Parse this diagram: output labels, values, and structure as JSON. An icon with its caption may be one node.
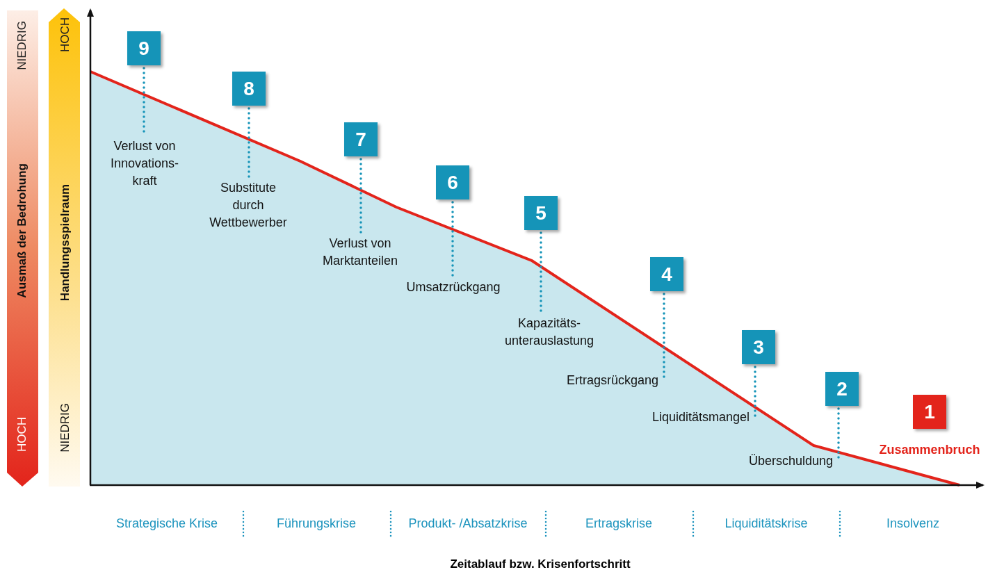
{
  "diagram": {
    "nodes": [
      {
        "text": [
          "9"
        ]
      },
      {
        "text": [
          "Verlust von Innovations- kraft"
        ]
      },
      {
        "text": [
          "8"
        ]
      },
      {
        "text": [
          "Substitute durch Wettbewerber"
        ]
      },
      {
        "text": [
          "7"
        ]
      },
      {
        "text": [
          "Verlust von Marktanteilen"
        ]
      },
      {
        "text": [
          "6"
        ]
      },
      {
        "text": [
          "Umsatzrückgang"
        ]
      },
      {
        "text": [
          "5"
        ]
      },
      {
        "text": [
          "Kapazitäts- unterauslastung"
        ]
      },
      {
        "text": [
          "4"
        ]
      },
      {
        "text": [
          "Ertragsrückgang"
        ]
      },
      {
        "text": [
          "3"
        ]
      },
      {
        "text": [
          "Liquiditätsmangel"
        ]
      },
      {
        "text": [
          "2"
        ]
      },
      {
        "text": [
          "Überschuldung"
        ]
      },
      {
        "text": [
          "1"
        ]
      },
      {
        "text": [
          "Zusammenbruch"
        ]
      }
    ],
    "edges": [
      {
        "from": 0,
        "to": 1,
        "arrow": "none"
      },
      {
        "from": 2,
        "to": 3,
        "arrow": "none"
      },
      {
        "from": 4,
        "to": 5,
        "arrow": "none"
      },
      {
        "from": 6,
        "to": 7,
        "arrow": "none"
      },
      {
        "from": 8,
        "to": 9,
        "arrow": "none"
      },
      {
        "from": 10,
        "to": 11,
        "arrow": "none"
      },
      {
        "from": 12,
        "to": 13,
        "arrow": "none"
      },
      {
        "from": 14,
        "to": 15,
        "arrow": "none"
      }
    ],
    "labels": [
      "NIEDRIG",
      "Ausmaß der Bedrohung",
      "HOCH",
      "HOCH",
      "Handlungsspielraum",
      "NIEDRIG",
      "Strategische Krise",
      "Führungskrise",
      "Produkt- /Absatzkrise",
      "Ertragskrise",
      "Liquiditätskrise",
      "Insolvenz",
      "Zeitablauf bzw. Krisenfortschritt"
    ]
  }
}
